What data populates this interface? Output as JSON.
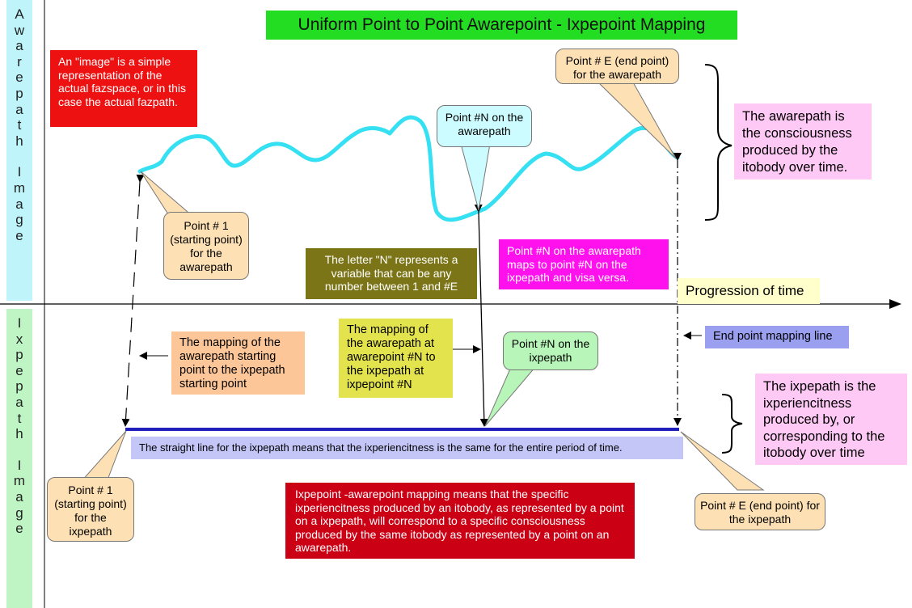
{
  "title": "Uniform Point to Point Awarepoint - Ixpepoint Mapping",
  "side_labels": {
    "top": [
      "A",
      "w",
      "a",
      "r",
      "e",
      "p",
      "a",
      "t",
      "h",
      "",
      "I",
      "m",
      "a",
      "g",
      "e"
    ],
    "bottom": [
      "I",
      "x",
      "p",
      "e",
      "p",
      "a",
      "t",
      "h",
      "",
      "I",
      "m",
      "a",
      "g",
      "e"
    ]
  },
  "boxes": {
    "image_def": "An \"image\" is a simple representation of the actual fazspace, or in this case the actual fazpath.",
    "awarepath_desc": "The awarepath is the consciousness produced by the itobody over time.",
    "letter_n": "The letter \"N\" represents a variable that can be any number between 1 and #E",
    "point_n_maps": "Point #N on the awarepath maps to point #N on the ixpepath and visa versa.",
    "progression": "Progression of time",
    "start_mapping": "The mapping of the awarepath starting point to the ixpepath starting point",
    "n_mapping": "The mapping of the awarepath at awarepoint #N to the ixpepath at ixpepoint #N",
    "end_mapping": "End point mapping line",
    "ixpepath_desc": "The ixpepath is the ixperiencitness produced by, or corresponding to the itobody over time",
    "straight_line": "The straight line for the ixpepath means that the ixperiencitness is the same for the entire period of time.",
    "mapping_meaning": "Ixpepoint -awarepoint mapping means that the specific ixperiencitness produced by an itobody, as represented by a point on a ixpepath, will correspond to a specific consciousness produced by the same  itobody as represented by a point on an awarepath."
  },
  "callouts": {
    "end_aware": "Point # E (end point) for the awarepath",
    "n_aware": "Point #N on the awarepath",
    "start_aware": "Point # 1 (starting point) for the awarepath",
    "n_ixpe": "Point #N on the ixpepath",
    "start_ixpe": "Point # 1 (starting point) for the ixpepath",
    "end_ixpe": "Point # E (end point) for the ixpepath"
  },
  "colors": {
    "title_bg": "#22dd22",
    "aware_label_bg": "#bff4fb",
    "ixpe_label_bg": "#bff5c4",
    "red_box": "#ee1111",
    "pink_box": "#ffc9f5",
    "olive_box": "#7b7518",
    "magenta_box": "#ff11ee",
    "cream_box": "#ffffcc",
    "orange_box": "#fcc698",
    "yellow_box": "#e3e34d",
    "lavender_box": "#c3c6f7",
    "blue_box": "#9a9ff0",
    "dark_red_box": "#cc0014",
    "callout_tan": "#fde0b4",
    "callout_cyan": "#ccfcff",
    "callout_green": "#b8f5b8",
    "awarepath_line": "#35e0f2",
    "ixpepath_line": "#2020bb"
  }
}
